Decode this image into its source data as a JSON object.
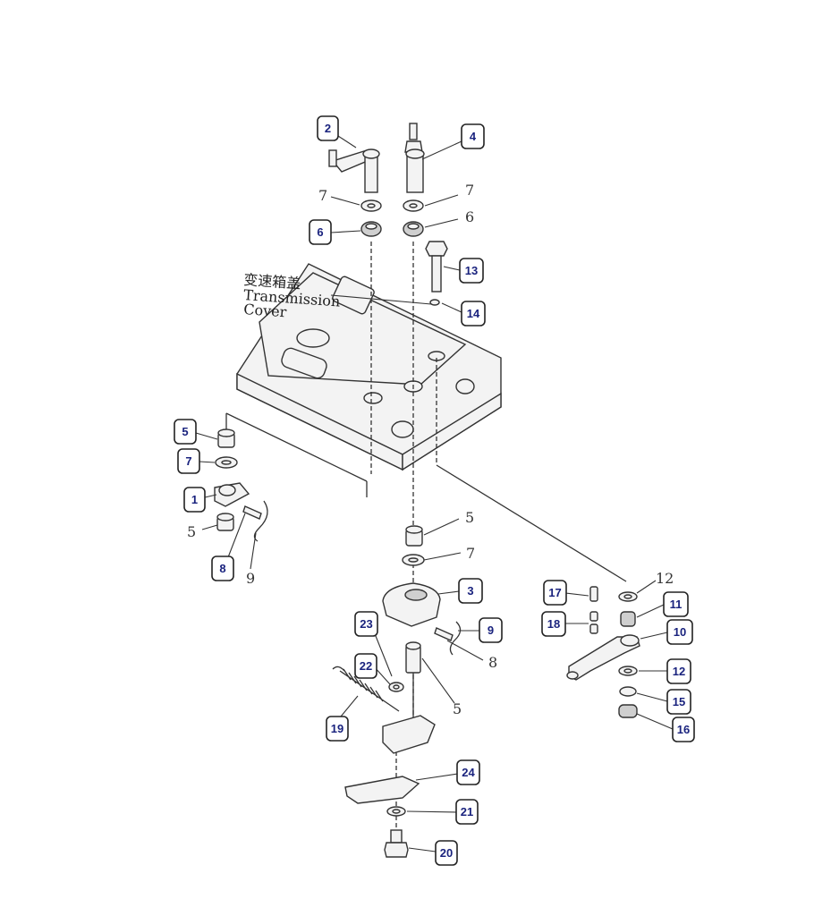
{
  "cover_label": {
    "chinese": "变速箱盖",
    "line1": "Transmission",
    "line2": "Cover"
  },
  "callouts": [
    "1",
    "2",
    "3",
    "4",
    "5",
    "6",
    "7",
    "8",
    "9",
    "10",
    "11",
    "12",
    "13",
    "14",
    "15",
    "16",
    "17",
    "18",
    "19",
    "20",
    "21",
    "22",
    "23",
    "24"
  ],
  "plain_labels": [
    "7",
    "6",
    "7",
    "5",
    "7",
    "5",
    "8",
    "9",
    "12"
  ],
  "colors": {
    "callout_text": "#1a237e",
    "ink": "#333333"
  }
}
